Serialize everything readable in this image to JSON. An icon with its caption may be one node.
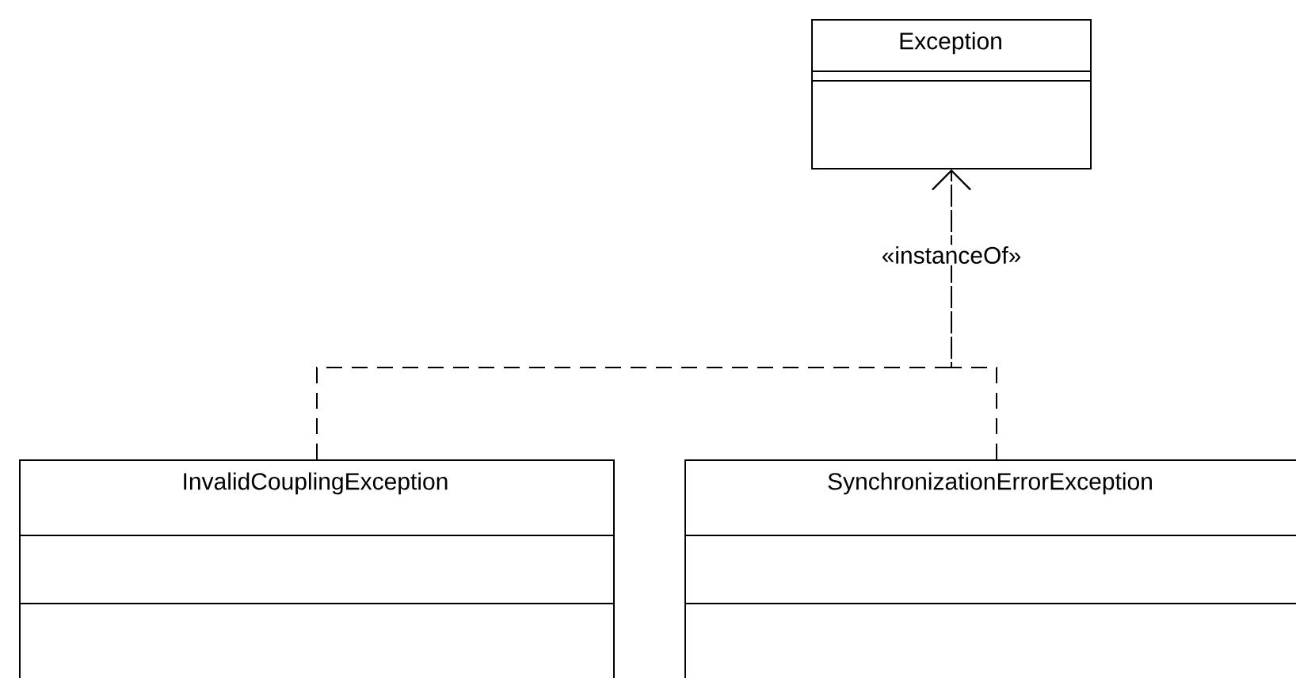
{
  "diagram": {
    "nodes": [
      {
        "text": [
          "Exception"
        ]
      },
      {
        "text": [
          "InvalidCouplingException"
        ]
      },
      {
        "text": [
          "SynchronizationErrorException"
        ]
      }
    ],
    "edges": [
      {
        "from": 1,
        "to": 0,
        "arrow": "to",
        "style": "dashed",
        "label": "«instanceOf»"
      },
      {
        "from": 2,
        "to": 0,
        "arrow": "to",
        "style": "dashed"
      }
    ]
  }
}
